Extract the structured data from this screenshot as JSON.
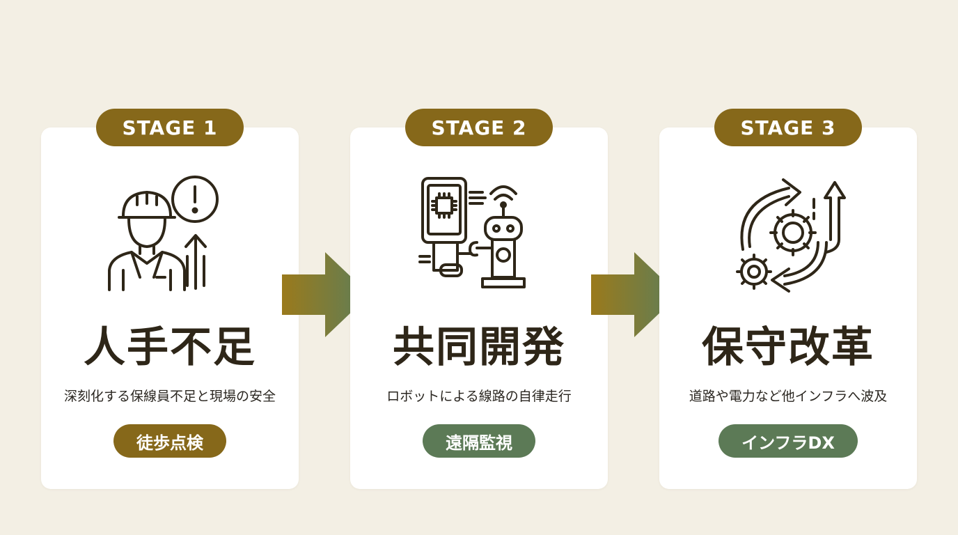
{
  "stages": [
    {
      "label": "STAGE 1",
      "title": "人手不足",
      "description": "深刻化する保線員不足と現場の安全",
      "tag": "徒歩点検",
      "tag_color": "#86681a",
      "icon": "worker-warning-icon"
    },
    {
      "label": "STAGE 2",
      "title": "共同開発",
      "description": "ロボットによる線路の自律走行",
      "tag": "遠隔監視",
      "tag_color": "#5c7a56",
      "icon": "tablet-robot-icon"
    },
    {
      "label": "STAGE 3",
      "title": "保守改革",
      "description": "道路や電力など他インフラへ波及",
      "tag": "インフラDX",
      "tag_color": "#5c7a56",
      "icon": "gears-cycle-icon"
    }
  ],
  "colors": {
    "background": "#f3efe4",
    "pill_gold": "#86681a",
    "tag_green": "#5c7a56",
    "arrow_start": "#9a7a1c",
    "arrow_end": "#5e7e58",
    "ink": "#2e2618"
  }
}
